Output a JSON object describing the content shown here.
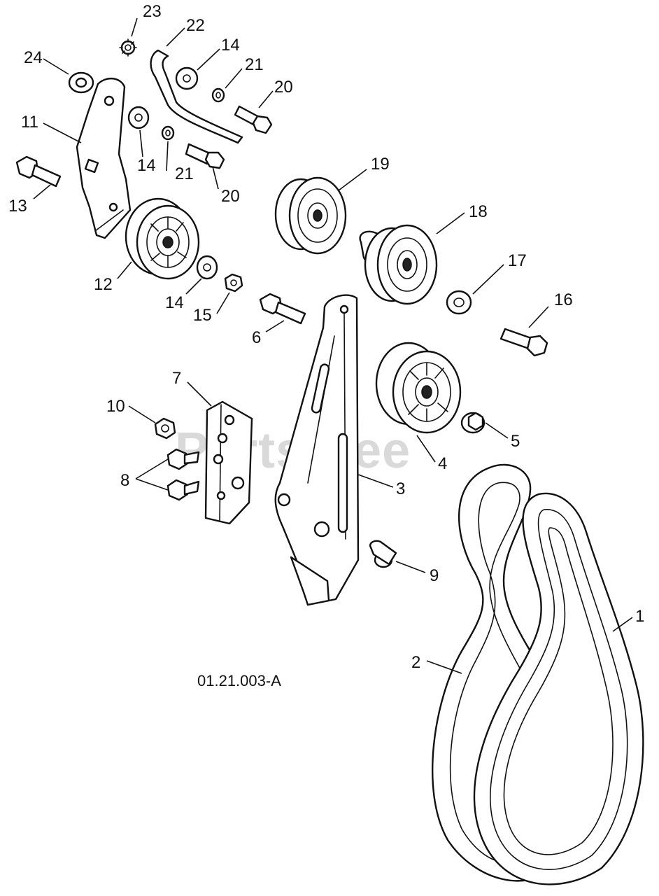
{
  "watermark": "PartsTree",
  "drawing_code": "01.21.003-A",
  "callouts": {
    "c1": "1",
    "c2": "2",
    "c3": "3",
    "c4": "4",
    "c5": "5",
    "c6": "6",
    "c7": "7",
    "c8": "8",
    "c9": "9",
    "c10": "10",
    "c11": "11",
    "c12": "12",
    "c13": "13",
    "c14a": "14",
    "c14b": "14",
    "c14c": "14",
    "c15": "15",
    "c16": "16",
    "c17": "17",
    "c18": "18",
    "c19": "19",
    "c20a": "20",
    "c20b": "20",
    "c21a": "21",
    "c21b": "21",
    "c22": "22",
    "c23": "23",
    "c24": "24"
  }
}
